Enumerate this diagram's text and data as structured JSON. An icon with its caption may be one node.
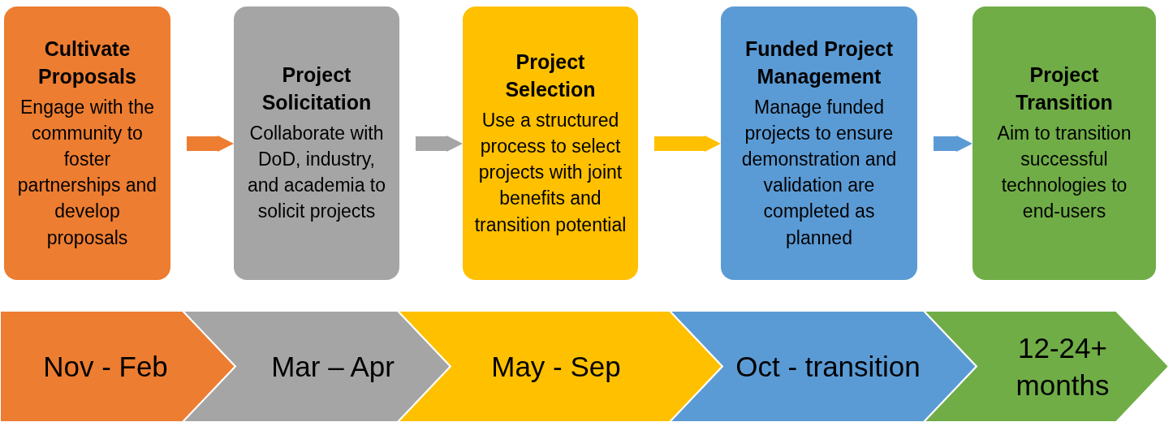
{
  "diagram": {
    "nodes": [
      {
        "text": [
          "Cultivate Proposals",
          "Engage with the community to foster partnerships and develop proposals"
        ]
      },
      {
        "text": [
          "Project Solicitation",
          "Collaborate with DoD, industry, and academia to solicit projects"
        ]
      },
      {
        "text": [
          "Project Selection",
          "Use a structured process to select projects with joint benefits and transition potential"
        ]
      },
      {
        "text": [
          "Funded Project Management",
          "Manage funded projects to ensure demonstration and validation are completed as planned"
        ]
      },
      {
        "text": [
          "Project Transition",
          "Aim to transition successful technologies to end-users"
        ]
      },
      {
        "text": [
          "Nov - Feb"
        ]
      },
      {
        "text": [
          "Mar – Apr"
        ]
      },
      {
        "text": [
          "May - Sep"
        ]
      },
      {
        "text": [
          "Oct - transition"
        ]
      },
      {
        "text": [
          "12-24+ months"
        ]
      }
    ],
    "edges": [
      {
        "from": 0,
        "to": 1,
        "arrow": "to",
        "color": "#ed7d31"
      },
      {
        "from": 1,
        "to": 2,
        "arrow": "to",
        "color": "#a5a5a5"
      },
      {
        "from": 2,
        "to": 3,
        "arrow": "to",
        "color": "#ffc000"
      },
      {
        "from": 3,
        "to": 4,
        "arrow": "to",
        "color": "#5b9bd5"
      }
    ]
  }
}
